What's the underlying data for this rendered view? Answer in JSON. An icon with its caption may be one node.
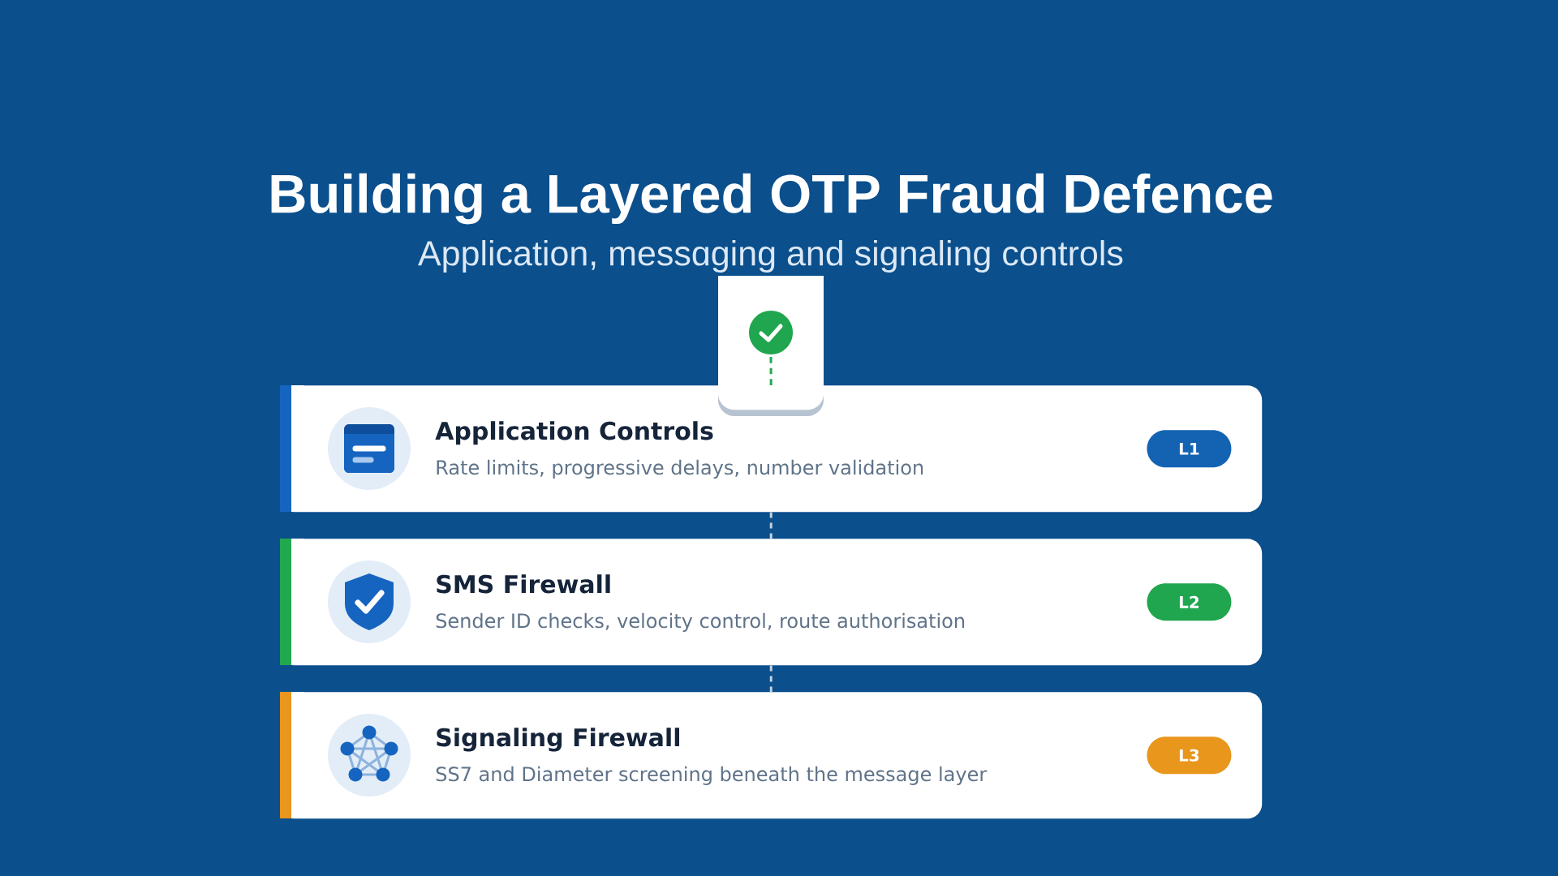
{
  "diagram": {
    "title": "Building a Layered OTP Fraud Defence",
    "nodes": [
      {
        "text": [],
        "shape": "box"
      },
      {
        "text": [
          "Application Controls",
          "Rate limits, progressive delays, number validation"
        ]
      },
      {
        "text": [
          "L1"
        ],
        "in": 1
      },
      {
        "text": [
          "SMS Firewall",
          "Sender ID checks, velocity control, route authorisation"
        ]
      },
      {
        "text": [
          "L2"
        ],
        "in": 3
      },
      {
        "text": [
          "Signaling Firewall",
          "SS7 and Diameter screening beneath the message layer"
        ]
      },
      {
        "text": [
          "L3"
        ],
        "in": 5
      }
    ],
    "edges": [
      {
        "from": 0,
        "to": 1,
        "arrow": "none",
        "style": "dashed",
        "color": "#22a94f"
      },
      {
        "from": 1,
        "to": 3,
        "arrow": "none",
        "style": "dashed"
      },
      {
        "from": 3,
        "to": 5,
        "arrow": "none",
        "style": "dashed"
      }
    ],
    "labels": [
      "Application, messɑging and signaling controls"
    ]
  }
}
